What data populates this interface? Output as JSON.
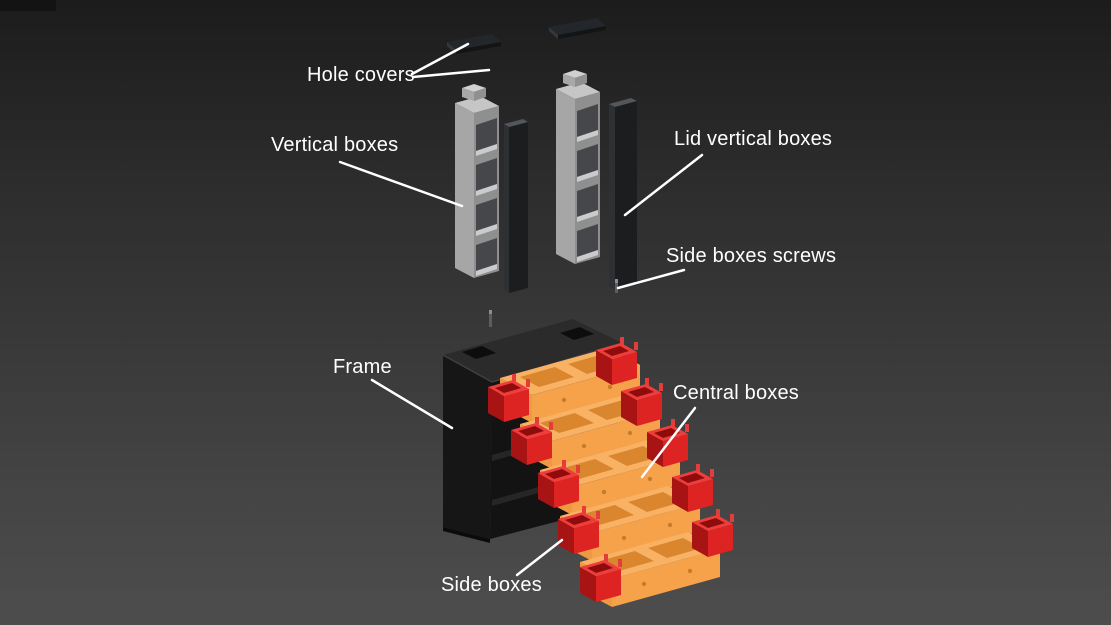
{
  "labels": {
    "hole_covers": "Hole covers",
    "vertical_boxes": "Vertical boxes",
    "lid_vertical_boxes": "Lid vertical boxes",
    "side_boxes_screws": "Side boxes screws",
    "frame": "Frame",
    "central_boxes": "Central boxes",
    "side_boxes": "Side boxes"
  },
  "colors": {
    "bg_top": "#1c1c1c",
    "bg_mid": "#2e2e2e",
    "bg_low": "#454545",
    "bg_bottom": "#4d4d4d",
    "label": "#ffffff",
    "line": "#ffffff",
    "cover_top": "#23272b",
    "cover_edge": "#121416",
    "cover_side": "#33383d",
    "gray_top": "#c6c6c6",
    "gray_left": "#a6a6a6",
    "gray_face": "#8f8f8f",
    "slot": "#45474a",
    "slot_shelf": "#c9cbcd",
    "tab_top": "#d0d0d0",
    "tab_left": "#a8a8a8",
    "tab_right": "#909090",
    "lid_top": "#53565a",
    "lid_face": "#1b1d1f",
    "lid_edge": "#2e3134",
    "screw": "#8a8e92",
    "screw_dark": "#5a5e62",
    "frame_top": "#2b2b2b",
    "frame_left": "#161616",
    "frame_right": "#131313",
    "frame_cutout": "#0d0d0d",
    "frame_shelf": "#262626",
    "frame_edge": "#3f3f3f",
    "frame_bottom": "#0b0b0b",
    "orange_top": "#f9b264",
    "orange_front": "#f5a24b",
    "orange_left": "#ef9a43",
    "orange_right": "#d8842e",
    "orange_cavity": "#d9862f",
    "orange_dot": "#c87c28",
    "red_top": "#ee3d3c",
    "red_front": "#dd2422",
    "red_side": "#a81313",
    "red_cavity": "#8e0d0c",
    "red_tab": "#e43c3a"
  }
}
